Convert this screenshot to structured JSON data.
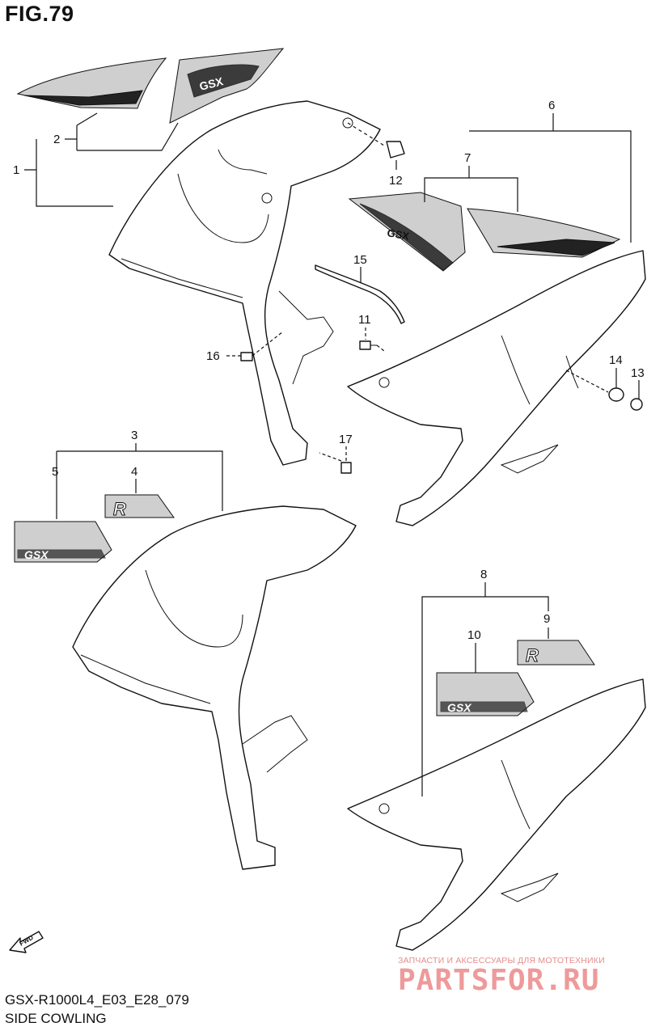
{
  "figure": {
    "title": "FIG.79"
  },
  "footer": {
    "code": "GSX-R1000L4_E03_E28_079",
    "name": "SIDE COWLING"
  },
  "watermark": {
    "top_text": "ЗАПЧАСТИ И АКСЕССУАРЫ ДЛЯ МОТОТЕХНИКИ",
    "main_text": "PARTSFOR.RU"
  },
  "fwd_label": "FWD",
  "callouts": [
    "1",
    "2",
    "3",
    "4",
    "5",
    "6",
    "7",
    "8",
    "9",
    "10",
    "11",
    "12",
    "13",
    "14",
    "15",
    "16",
    "17"
  ],
  "decal_text": {
    "gsx": "GSX",
    "r": "R"
  }
}
